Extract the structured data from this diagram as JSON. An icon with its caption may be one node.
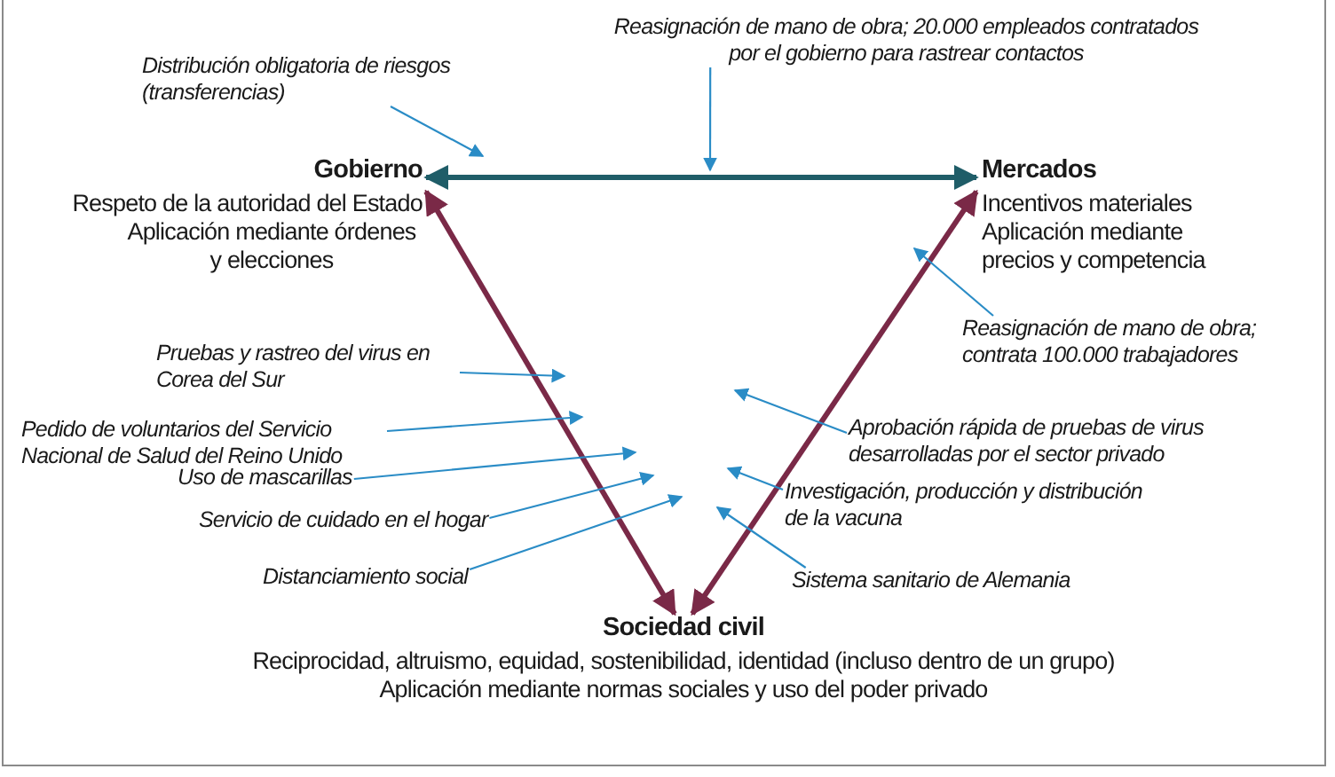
{
  "diagram": {
    "nodes": [
      {
        "text": [
          "Gobierno",
          "Respeto de la autoridad del Estado",
          "Aplicación mediante órdenes y elecciones"
        ]
      },
      {
        "text": [
          "Mercados",
          "Incentivos materiales",
          "Aplicación mediante precios y competencia"
        ]
      },
      {
        "text": [
          "Sociedad civil",
          "Reciprocidad, altruismo, equidad, sostenibilidad, identidad (incluso dentro de un grupo)",
          "Aplicación mediante normas sociales y uso del poder privado"
        ]
      },
      {
        "text": [
          "Distribución obligatoria de riesgos (transferencias)"
        ]
      },
      {
        "text": [
          "Reasignación de mano de obra; 20.000 empleados contratados por el gobierno para rastrear contactos"
        ]
      },
      {
        "text": [
          "Reasignación de mano de obra; contrata 100.000 trabajadores"
        ]
      },
      {
        "text": [
          "Pruebas y rastreo del virus en Corea del Sur"
        ]
      },
      {
        "text": [
          "Pedido de voluntarios del Servicio Nacional de Salud del Reino Unido"
        ]
      },
      {
        "text": [
          "Uso de mascarillas"
        ]
      },
      {
        "text": [
          "Servicio de cuidado en el hogar"
        ]
      },
      {
        "text": [
          "Distanciamiento social"
        ]
      },
      {
        "text": [
          "Aprobación rápida de pruebas de virus desarrolladas por el sector privado"
        ]
      },
      {
        "text": [
          "Investigación, producción y distribución de la vacuna"
        ]
      },
      {
        "text": [
          "Sistema sanitario de Alemania"
        ]
      }
    ],
    "edges": [
      {
        "from": 0,
        "to": 1,
        "arrow": "both",
        "style": "thick",
        "color": "#1f5d68"
      },
      {
        "from": 0,
        "to": 2,
        "arrow": "both",
        "style": "thick",
        "color": "#7a2947"
      },
      {
        "from": 1,
        "to": 2,
        "arrow": "both",
        "style": "thick",
        "color": "#7a2947"
      },
      {
        "from": 3,
        "to": null,
        "arrow": "to"
      },
      {
        "from": 4,
        "to": null,
        "arrow": "to"
      },
      {
        "from": 5,
        "to": null,
        "arrow": "to"
      },
      {
        "from": 6,
        "to": null,
        "arrow": "to"
      },
      {
        "from": 7,
        "to": null,
        "arrow": "to"
      },
      {
        "from": 8,
        "to": null,
        "arrow": "to"
      },
      {
        "from": 9,
        "to": null,
        "arrow": "to"
      },
      {
        "from": 10,
        "to": null,
        "arrow": "to"
      },
      {
        "from": 11,
        "to": null,
        "arrow": "to"
      },
      {
        "from": 12,
        "to": null,
        "arrow": "to"
      },
      {
        "from": 13,
        "to": null,
        "arrow": "to"
      }
    ]
  }
}
